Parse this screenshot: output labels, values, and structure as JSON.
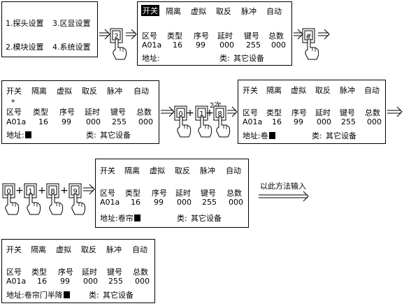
{
  "menu": {
    "item1": "1.探头设置",
    "item3": "3.区显设置",
    "item2": "2.模块设置",
    "item4": "4.系统设置"
  },
  "labels": {
    "tabs": [
      "开关",
      "隔离",
      "虚拟",
      "取反",
      "脉冲",
      "自动"
    ],
    "headers": [
      "区号",
      "类型",
      "序号",
      "延时",
      "键号",
      "总数"
    ],
    "values": [
      "A01a",
      "16",
      "99",
      "000",
      "255",
      "000"
    ],
    "addr_label": "地址:",
    "type_label": "类:",
    "type_value": "其它设备"
  },
  "screens": [
    {
      "addr": "",
      "active_tab": "开关",
      "marker": ""
    },
    {
      "addr": "",
      "active_tab": "",
      "marker": "*"
    },
    {
      "addr": "卷",
      "active_tab": "",
      "marker": ""
    },
    {
      "addr": "卷帘",
      "active_tab": "",
      "marker": ""
    },
    {
      "addr": "卷帘门半降",
      "active_tab": "",
      "marker": ""
    }
  ],
  "keys": {
    "step1": [
      "2"
    ],
    "step2": [
      "#"
    ],
    "step3": [
      "0",
      "1",
      "8"
    ],
    "step3_note": "2次",
    "step4": [
      "0",
      "1",
      "8",
      "9"
    ]
  },
  "note": "以此方法输入"
}
